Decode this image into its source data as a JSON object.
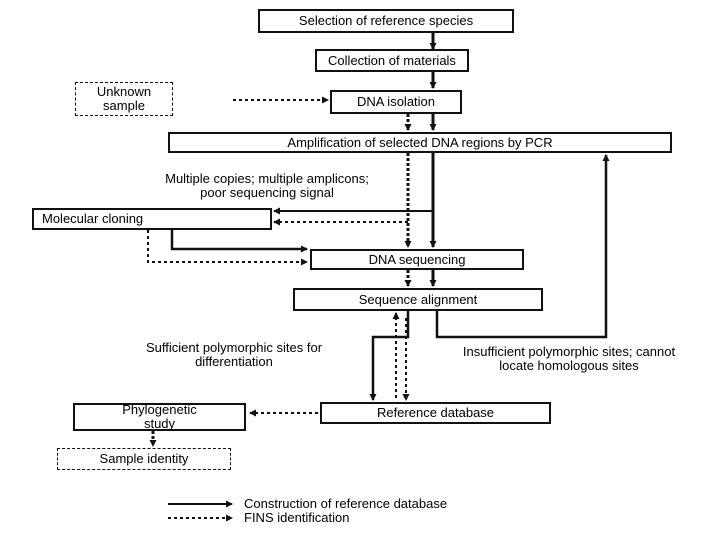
{
  "boxes": {
    "selection": "Selection of reference species",
    "collection": "Collection of materials",
    "unknown": "Unknown sample",
    "dna_isolation": "DNA isolation",
    "amplification": "Amplification of selected DNA regions by PCR",
    "cloning": "Molecular cloning",
    "sequencing": "DNA sequencing",
    "alignment": "Sequence alignment",
    "phylo": "Phylogenetic study",
    "ref_db": "Reference database",
    "identity": "Sample identity"
  },
  "labels": {
    "multiple_copies": "Multiple copies; multiple amplicons; poor sequencing signal",
    "sufficient": "Sufficient polymorphic sites for differentiation",
    "insufficient": "Insufficient polymorphic sites; cannot locate homologous sites"
  },
  "legend": {
    "solid": "Construction of reference database",
    "dotted": "FINS identification"
  }
}
